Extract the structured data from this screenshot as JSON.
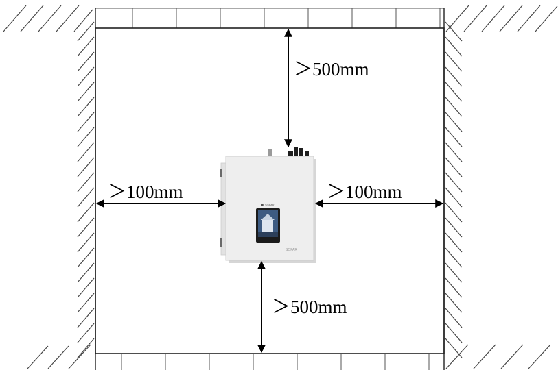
{
  "diagram": {
    "clearances": {
      "top": "＞500mm",
      "bottom": "＞500mm",
      "left": "＞100mm",
      "right": "＞100mm"
    },
    "device": {
      "logo_text": "SOFAR",
      "brand_text": "SOFAR"
    }
  }
}
